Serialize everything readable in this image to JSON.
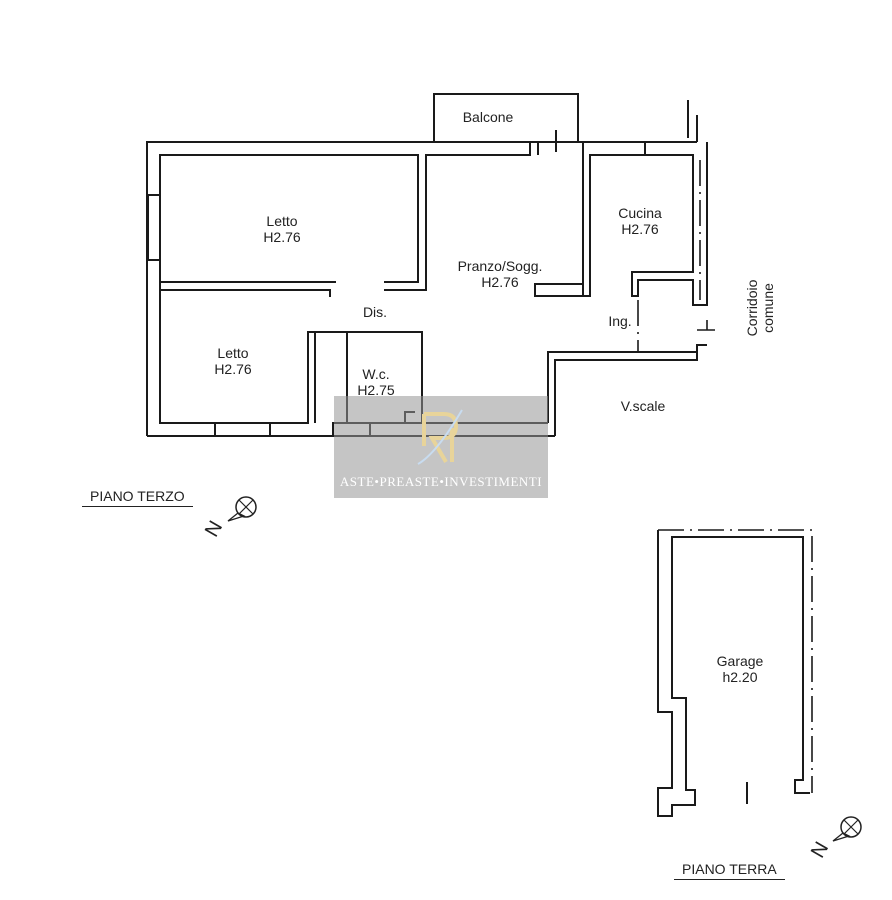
{
  "floors": [
    {
      "title": "PIANO TERZO",
      "rooms": [
        {
          "name": "Balcone",
          "height": ""
        },
        {
          "name": "Letto",
          "height": "H2.76"
        },
        {
          "name": "Pranzo/Sogg.",
          "height": "H2.76"
        },
        {
          "name": "Cucina",
          "height": "H2.76"
        },
        {
          "name": "Dis.",
          "height": ""
        },
        {
          "name": "Letto",
          "height": "H2.76"
        },
        {
          "name": "W.c.",
          "height": "H2.75"
        },
        {
          "name": "Ing.",
          "height": ""
        },
        {
          "name": "V.scale",
          "height": ""
        },
        {
          "name": "Corridoio",
          "height": "comune"
        }
      ],
      "north_label": "N"
    },
    {
      "title": "PIANO TERRA",
      "rooms": [
        {
          "name": "Garage",
          "height": "h2.20"
        }
      ],
      "north_label": "N"
    }
  ],
  "watermark": {
    "text": "ASTE•PREASTE•INVESTIMENTI",
    "logo": "RI"
  }
}
